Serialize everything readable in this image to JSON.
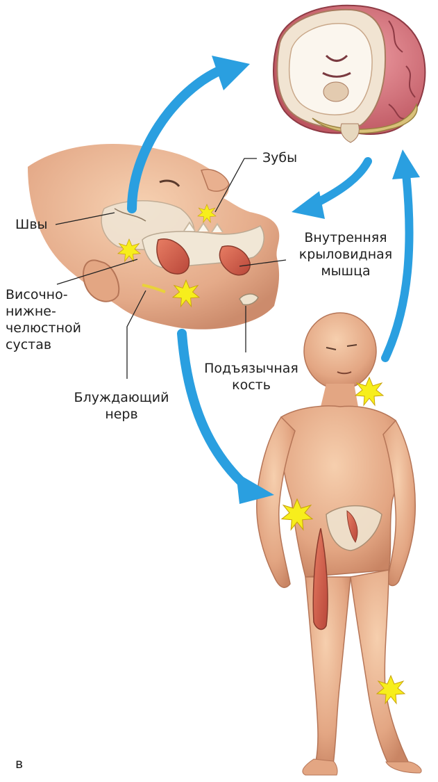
{
  "labels": {
    "teeth": "Зубы",
    "sutures": "Швы",
    "internal_pterygoid_1": "Внутренняя",
    "internal_pterygoid_2": "крыловидная",
    "internal_pterygoid_3": "мышца",
    "tmj_1": "Височно-",
    "tmj_2": "нижне-",
    "tmj_3": "челюстной",
    "tmj_4": "сустав",
    "hyoid_1": "Подъязычная",
    "hyoid_2": "кость",
    "vagus_1": "Блуждающий",
    "vagus_2": "нерв",
    "panel_letter": "в"
  },
  "colors": {
    "arrow": "#2a9fe0",
    "pain_burst": "#f7ee1c",
    "skin": "#e9b48e",
    "muscle": "#d2654e",
    "brain": "#d6727c"
  }
}
